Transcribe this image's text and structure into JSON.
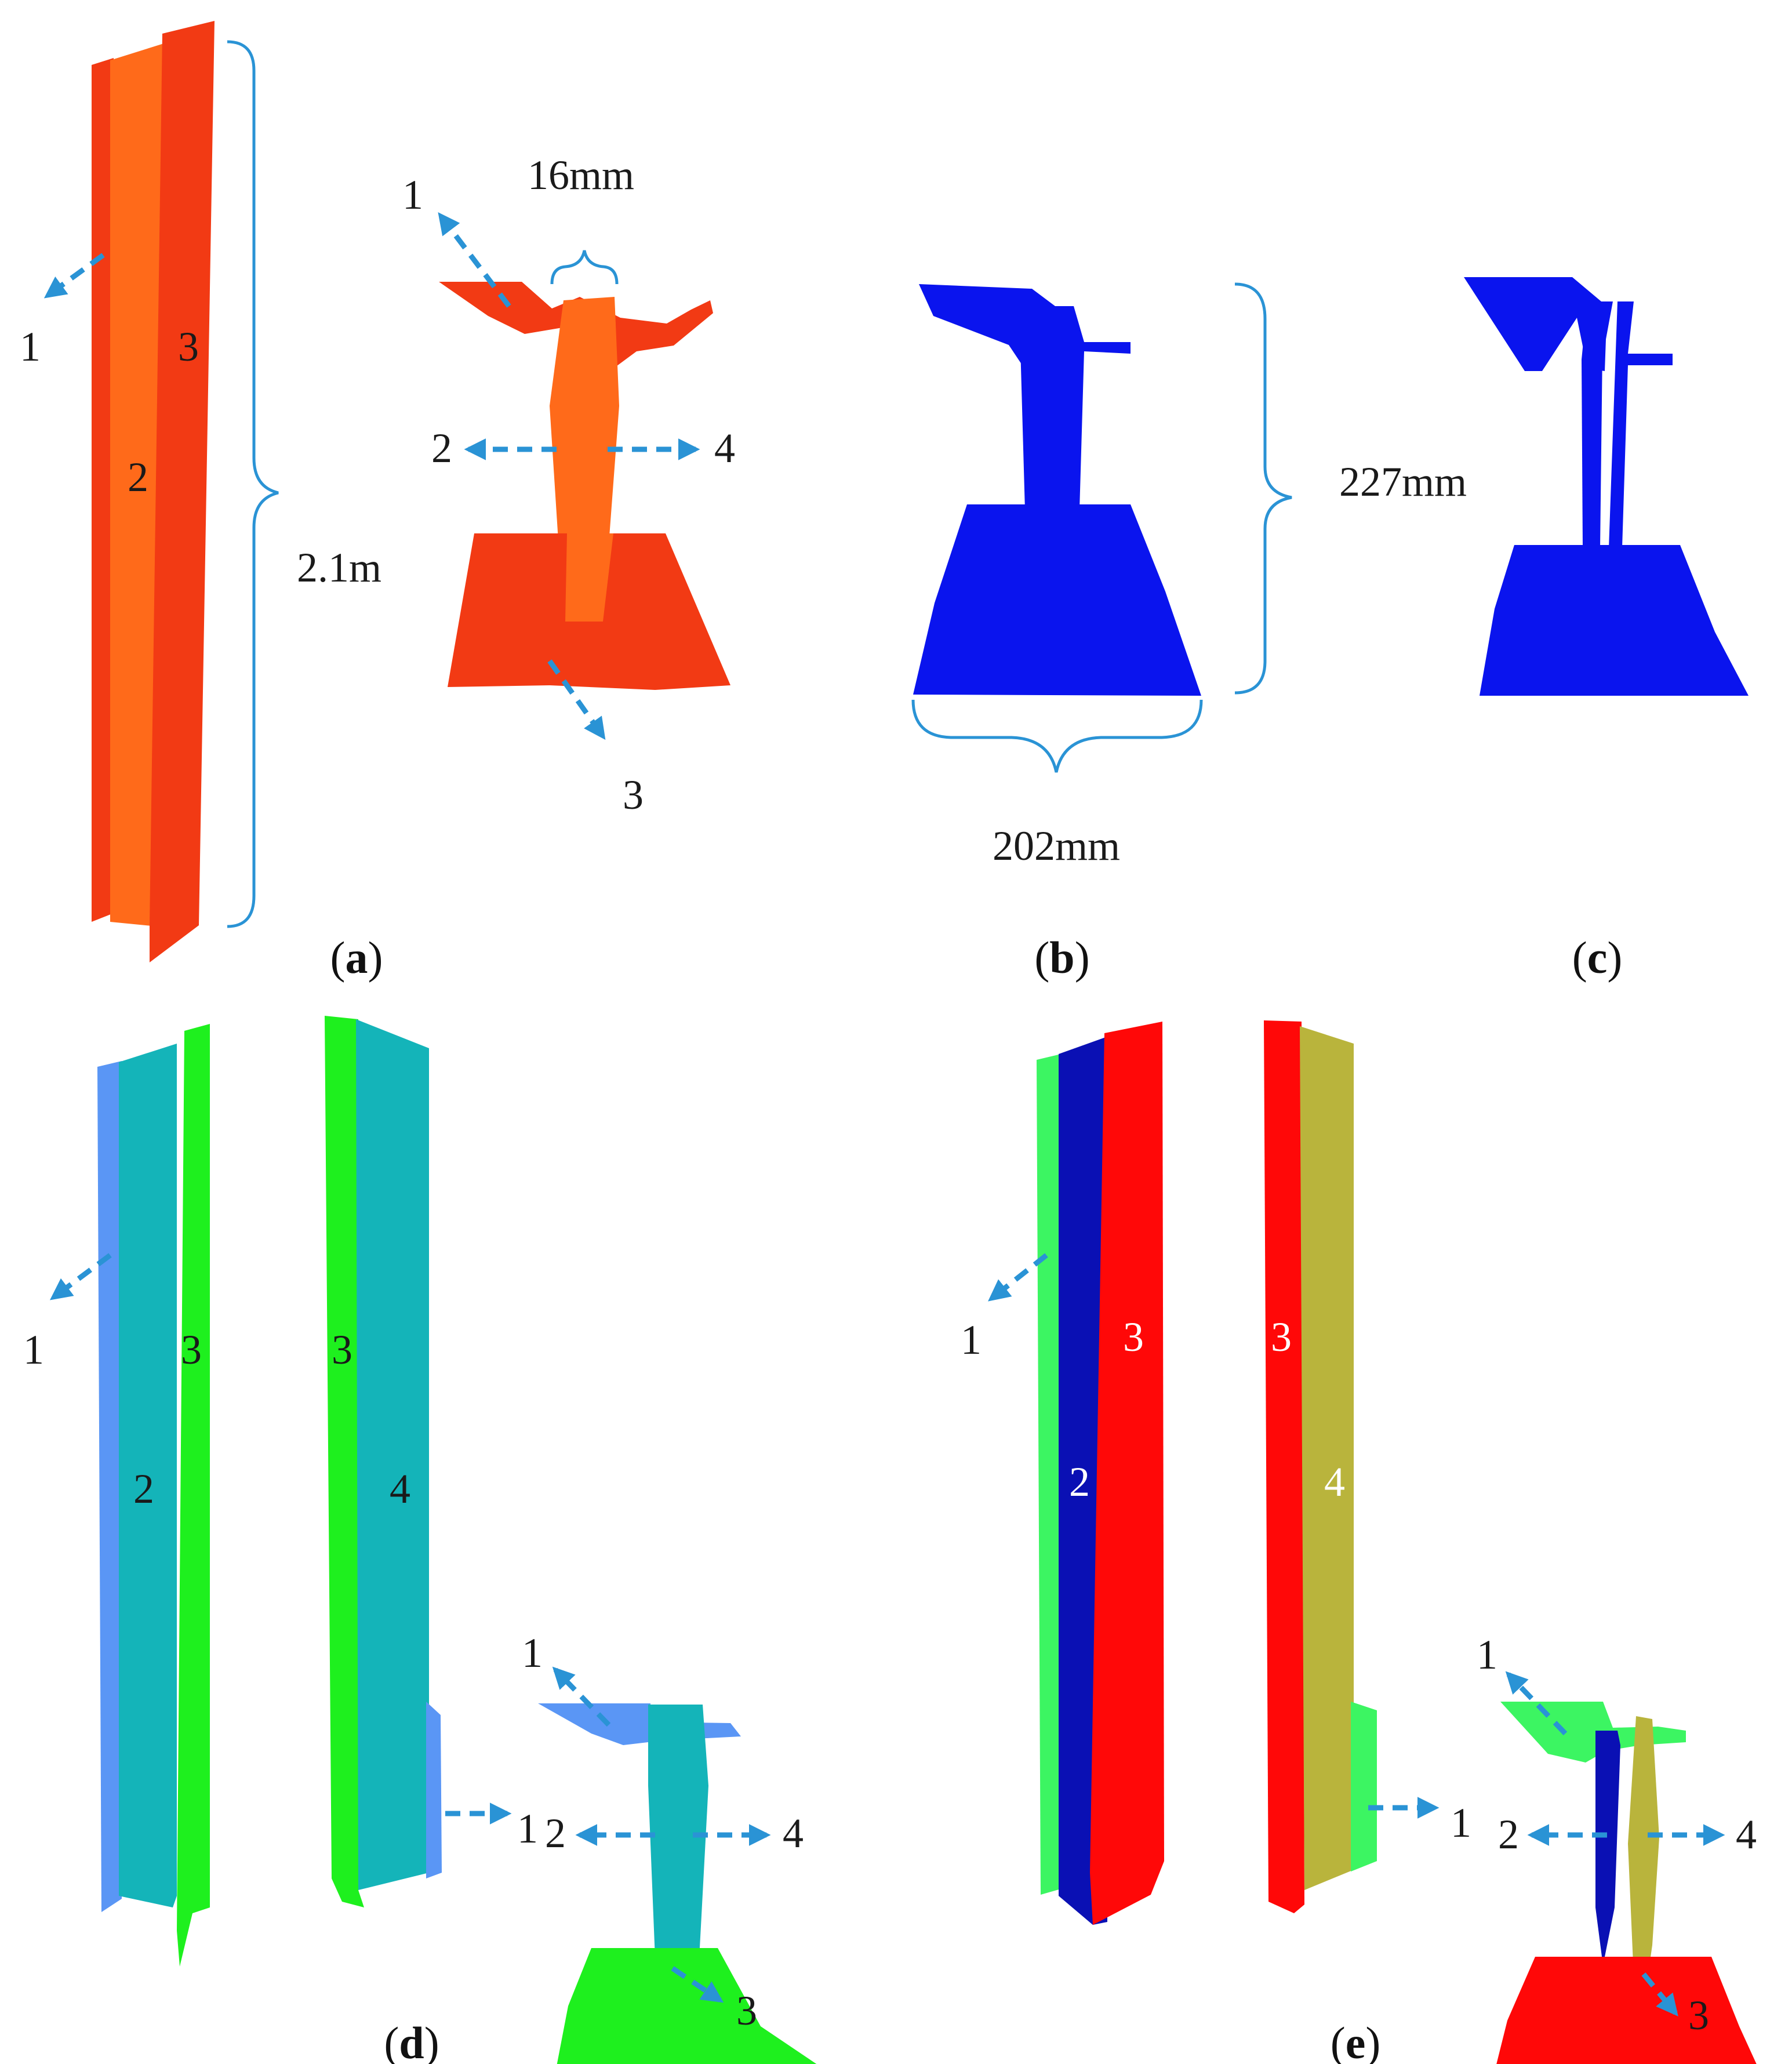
{
  "colors": {
    "arrow": "#2a93d5",
    "a_red": "#f23a14",
    "a_orange": "#ff6a1a",
    "b_blue": "#0a14ee",
    "d_light_blue": "#5a96f5",
    "d_teal": "#14b4b9",
    "d_green": "#1ef01e",
    "e_light_green": "#3cf562",
    "e_dark_blue": "#0a10b4",
    "e_red": "#ff0808",
    "e_olive": "#b9b43c"
  },
  "panel_a": {
    "caption_open": "(",
    "caption_letter": "a",
    "caption_close": ")",
    "beam_labels": {
      "flange_1": "1",
      "web_2": "2",
      "flange_3": "3"
    },
    "height_dimension": "2.1m",
    "section_labels": {
      "s1": "1",
      "s2": "2",
      "s3": "3",
      "s4": "4"
    },
    "web_dimension": "16mm"
  },
  "panel_b": {
    "caption_open": "(",
    "caption_letter": "b",
    "caption_close": ")",
    "height_dimension": "227mm",
    "width_dimension": "202mm"
  },
  "panel_c": {
    "caption_open": "(",
    "caption_letter": "c",
    "caption_close": ")"
  },
  "panel_d": {
    "caption_open": "(",
    "caption_letter": "d",
    "caption_close": ")",
    "beam1_labels": {
      "l1": "1",
      "l2": "2",
      "l3": "3"
    },
    "beam2_labels": {
      "l3": "3",
      "l4": "4",
      "l1": "1"
    },
    "section_labels": {
      "s1": "1",
      "s2": "2",
      "s3": "3",
      "s4": "4"
    }
  },
  "panel_e": {
    "caption_open": "(",
    "caption_letter": "e",
    "caption_close": ")",
    "beam1_labels": {
      "l1": "1",
      "l2": "2",
      "l3": "3"
    },
    "beam2_labels": {
      "l3": "3",
      "l4": "4",
      "l1": "1"
    },
    "section_labels": {
      "s1": "1",
      "s2": "2",
      "s3": "3",
      "s4": "4"
    }
  }
}
